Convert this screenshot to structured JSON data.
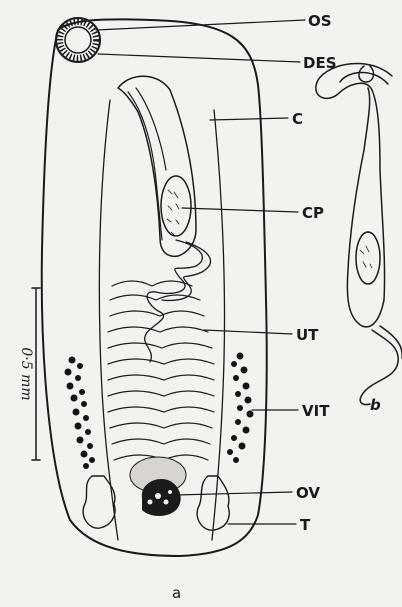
{
  "labels": {
    "os": "OS",
    "des": "DES",
    "c": "C",
    "cp": "CP",
    "ut": "UT",
    "vit": "VIT",
    "ov": "OV",
    "t": "T",
    "b": "b",
    "a": "a"
  },
  "scale_bar": "0·5 mm",
  "colors": {
    "ink": "#1b1b1b",
    "paper": "#f4f2ef"
  }
}
